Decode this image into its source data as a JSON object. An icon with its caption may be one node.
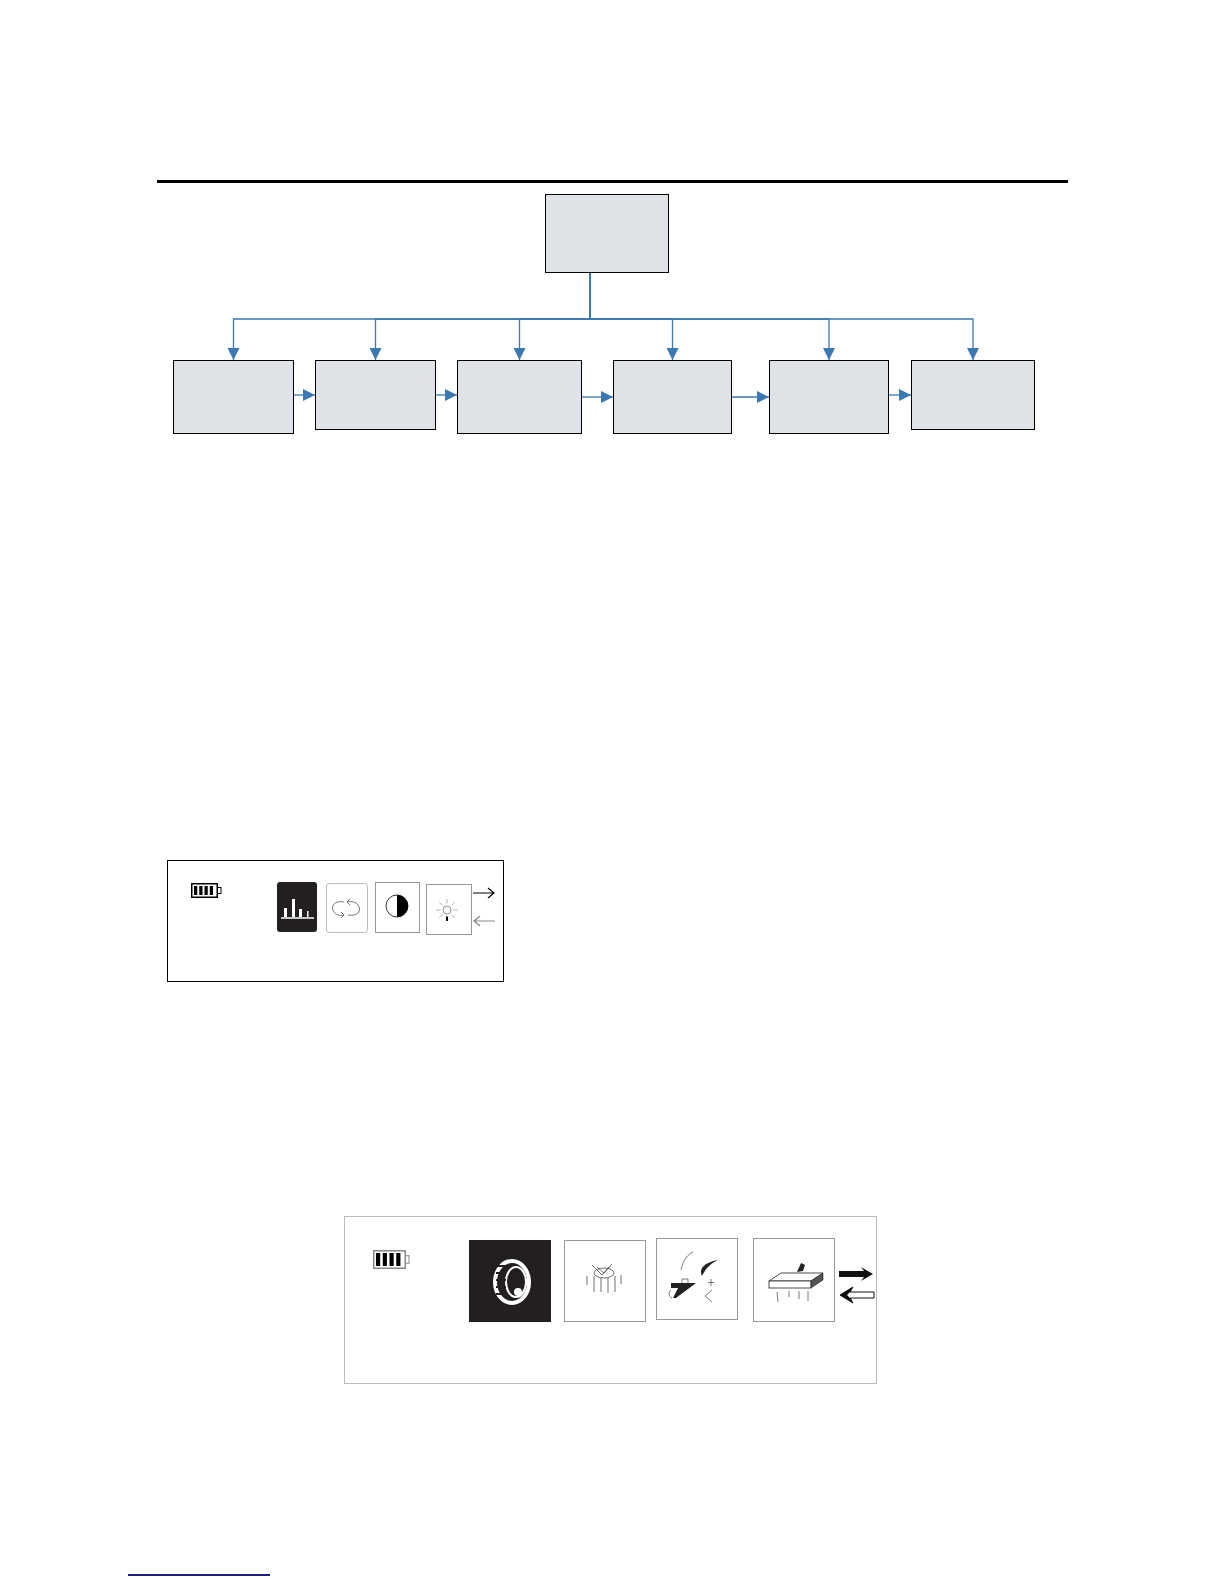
{
  "diagram": {
    "nodes": [
      {
        "text": [],
        "shape": "box"
      },
      {
        "text": [],
        "shape": "box"
      },
      {
        "text": [],
        "shape": "box"
      },
      {
        "text": [],
        "shape": "box"
      },
      {
        "text": [],
        "shape": "box"
      },
      {
        "text": [],
        "shape": "box"
      },
      {
        "text": [],
        "shape": "box"
      }
    ],
    "edges": [
      {
        "from": 0,
        "to": 1,
        "arrow": "to"
      },
      {
        "from": 0,
        "to": 2,
        "arrow": "to"
      },
      {
        "from": 0,
        "to": 3,
        "arrow": "to"
      },
      {
        "from": 0,
        "to": 4,
        "arrow": "to"
      },
      {
        "from": 0,
        "to": 5,
        "arrow": "to"
      },
      {
        "from": 0,
        "to": 6,
        "arrow": "to"
      },
      {
        "from": 1,
        "to": 2,
        "arrow": "to"
      },
      {
        "from": 2,
        "to": 3,
        "arrow": "to"
      },
      {
        "from": 3,
        "to": 4,
        "arrow": "to"
      },
      {
        "from": 4,
        "to": 5,
        "arrow": "to"
      },
      {
        "from": 5,
        "to": 6,
        "arrow": "to"
      }
    ]
  }
}
